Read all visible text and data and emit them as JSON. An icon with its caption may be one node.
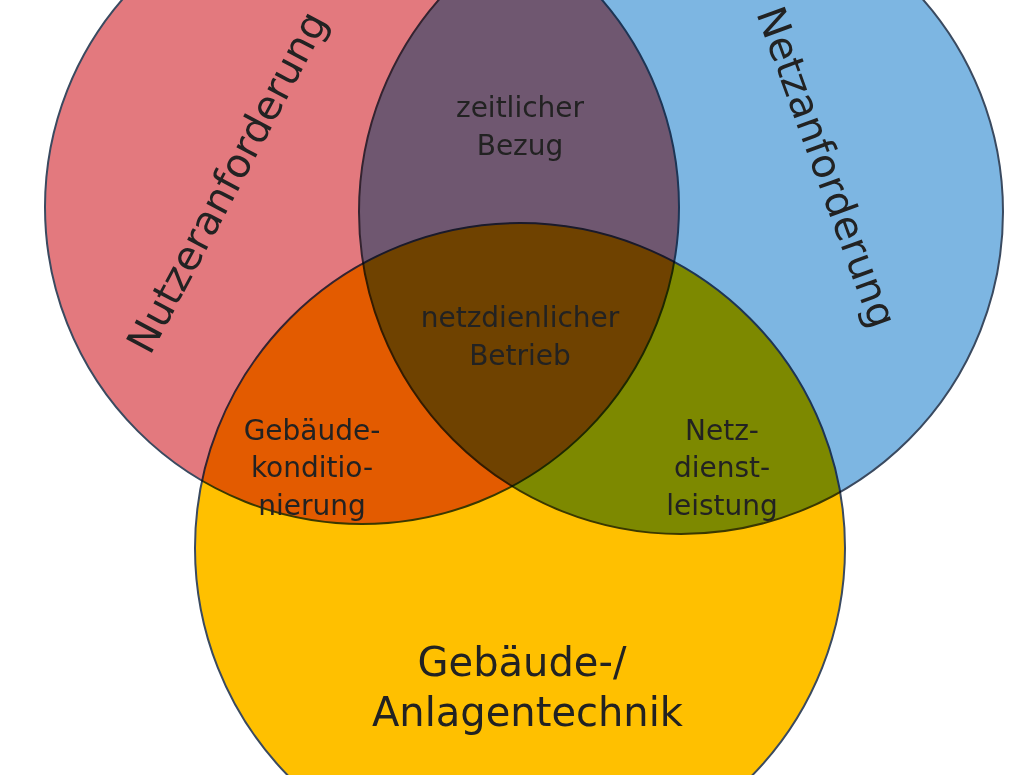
{
  "diagram": {
    "nodes": [
      {
        "text": [
          "Nutzeranforderung"
        ]
      },
      {
        "text": [
          "Netzanforderung"
        ]
      },
      {
        "text": [
          "Gebäude-/ Anlagentechnik"
        ]
      }
    ],
    "labels": [
      "zeitlicher Bezug",
      "netzdienlicher Betrieb",
      "Gebäude- konditio- nierung",
      "Netz- dienst- leistung"
    ]
  }
}
